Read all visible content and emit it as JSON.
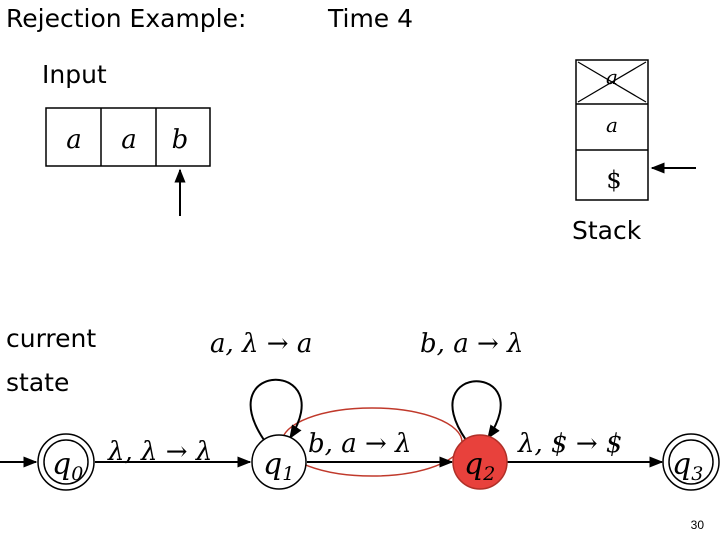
{
  "title": "Rejection Example:",
  "time_label": "Time 4",
  "input": {
    "label": "Input",
    "cells": [
      "a",
      "a",
      "b"
    ]
  },
  "stack": {
    "label": "Stack",
    "cells": [
      "a",
      "a",
      "$"
    ]
  },
  "current_state_label": {
    "line1": "current",
    "line2": "state"
  },
  "states": [
    {
      "id": "q0",
      "name": "q",
      "sub": "0"
    },
    {
      "id": "q1",
      "name": "q",
      "sub": "1"
    },
    {
      "id": "q2",
      "name": "q",
      "sub": "2"
    },
    {
      "id": "q3",
      "name": "q",
      "sub": "3"
    }
  ],
  "transitions": {
    "t_q0_q1": {
      "l1": "λ",
      "l2": "λ",
      "l3": "λ"
    },
    "t_q1_loop": {
      "l1": "a",
      "l2": "λ",
      "l3": "a"
    },
    "t_q1_q2": {
      "l1": "b",
      "l2": "a",
      "l3": "λ"
    },
    "t_q2_loop": {
      "l1": "b",
      "l2": "a",
      "l3": "λ"
    },
    "t_q2_q3": {
      "l1": "λ",
      "l2": "$",
      "l3": "$"
    }
  },
  "colors": {
    "current_state": "#e8413c",
    "highlight_ring": "#c0392b"
  },
  "page_number": "30"
}
